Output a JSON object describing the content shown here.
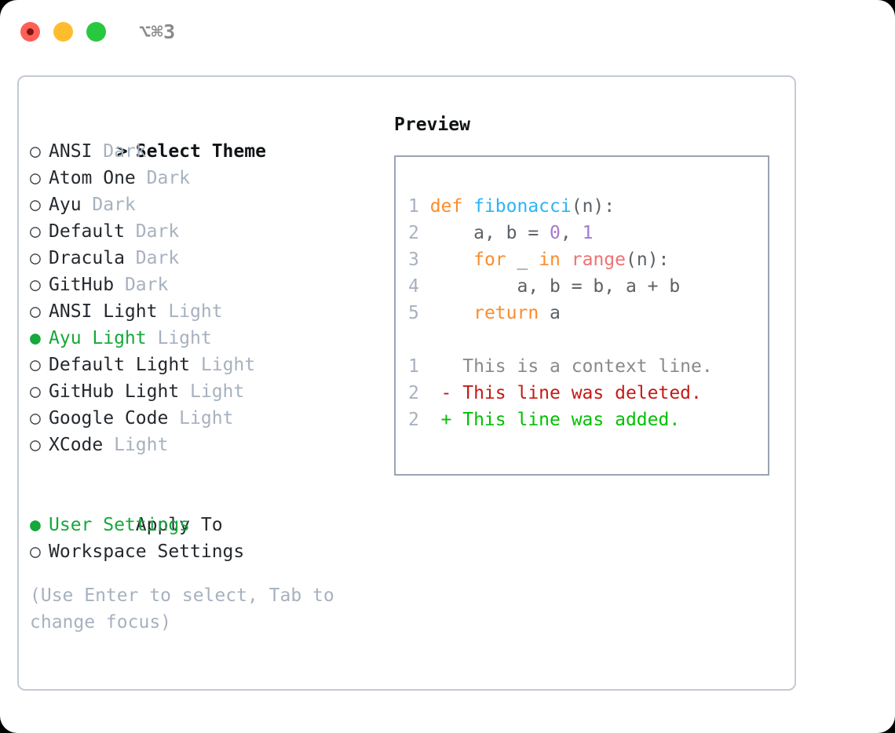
{
  "titlebar": {
    "shortcut": "⌥⌘3",
    "buttons": [
      {
        "name": "close",
        "color": "#FF5F57"
      },
      {
        "name": "minimize",
        "color": "#FFBD2E"
      },
      {
        "name": "maximize",
        "color": "#28C840"
      }
    ]
  },
  "theme_section": {
    "heading": "Select Theme",
    "heading_marker": ">",
    "marker_selected": "●",
    "marker_unselected": "○",
    "items": [
      {
        "name": "ANSI",
        "type": "Dark",
        "selected": false
      },
      {
        "name": "Atom One",
        "type": "Dark",
        "selected": false
      },
      {
        "name": "Ayu",
        "type": "Dark",
        "selected": false
      },
      {
        "name": "Default",
        "type": "Dark",
        "selected": false
      },
      {
        "name": "Dracula",
        "type": "Dark",
        "selected": false
      },
      {
        "name": "GitHub",
        "type": "Dark",
        "selected": false
      },
      {
        "name": "ANSI Light",
        "type": "Light",
        "selected": false
      },
      {
        "name": "Ayu Light",
        "type": "Light",
        "selected": true
      },
      {
        "name": "Default Light",
        "type": "Light",
        "selected": false
      },
      {
        "name": "GitHub Light",
        "type": "Light",
        "selected": false
      },
      {
        "name": "Google Code",
        "type": "Light",
        "selected": false
      },
      {
        "name": "XCode",
        "type": "Light",
        "selected": false
      }
    ]
  },
  "apply_section": {
    "heading": "Apply To",
    "items": [
      {
        "name": "User Settings",
        "selected": true
      },
      {
        "name": "Workspace Settings",
        "selected": false
      }
    ]
  },
  "hint": "(Use Enter to select, Tab to change focus)",
  "preview": {
    "title": "Preview",
    "code_lines": [
      {
        "lineno": "1",
        "tokens": [
          {
            "t": "def ",
            "c": "kw"
          },
          {
            "t": "fibonacci",
            "c": "fn"
          },
          {
            "t": "(n):",
            "c": "plain"
          }
        ]
      },
      {
        "lineno": "2",
        "tokens": [
          {
            "t": "    a, b = ",
            "c": "plain"
          },
          {
            "t": "0",
            "c": "num"
          },
          {
            "t": ", ",
            "c": "plain"
          },
          {
            "t": "1",
            "c": "num"
          }
        ]
      },
      {
        "lineno": "3",
        "tokens": [
          {
            "t": "    ",
            "c": "plain"
          },
          {
            "t": "for",
            "c": "kw"
          },
          {
            "t": " _ ",
            "c": "plain"
          },
          {
            "t": "in",
            "c": "kw"
          },
          {
            "t": " ",
            "c": "plain"
          },
          {
            "t": "range",
            "c": "builtin"
          },
          {
            "t": "(n):",
            "c": "plain"
          }
        ]
      },
      {
        "lineno": "4",
        "tokens": [
          {
            "t": "        a, b = b, a + b",
            "c": "plain"
          }
        ]
      },
      {
        "lineno": "5",
        "tokens": [
          {
            "t": "    ",
            "c": "kw"
          },
          {
            "t": "return",
            "c": "kw"
          },
          {
            "t": " a",
            "c": "plain"
          }
        ]
      }
    ],
    "diff_lines": [
      {
        "lineno": "1",
        "sign": " ",
        "text": "This is a context line.",
        "kind": "ctx"
      },
      {
        "lineno": "2",
        "sign": "-",
        "text": "This line was deleted.",
        "kind": "del"
      },
      {
        "lineno": "2",
        "sign": "+",
        "text": "This line was added.",
        "kind": "add"
      }
    ]
  },
  "colors": {
    "selected_green": "#15A83A",
    "muted": "#A7B1BF",
    "keyword_orange": "#FA8D2E",
    "function_blue": "#2BB5F5",
    "number_purple": "#A37ACC",
    "builtin_red": "#F07171",
    "diff_deleted": "#C41A16",
    "diff_added": "#00C000",
    "panel_border": "#C3CAD4",
    "preview_border": "#99A4B4"
  }
}
